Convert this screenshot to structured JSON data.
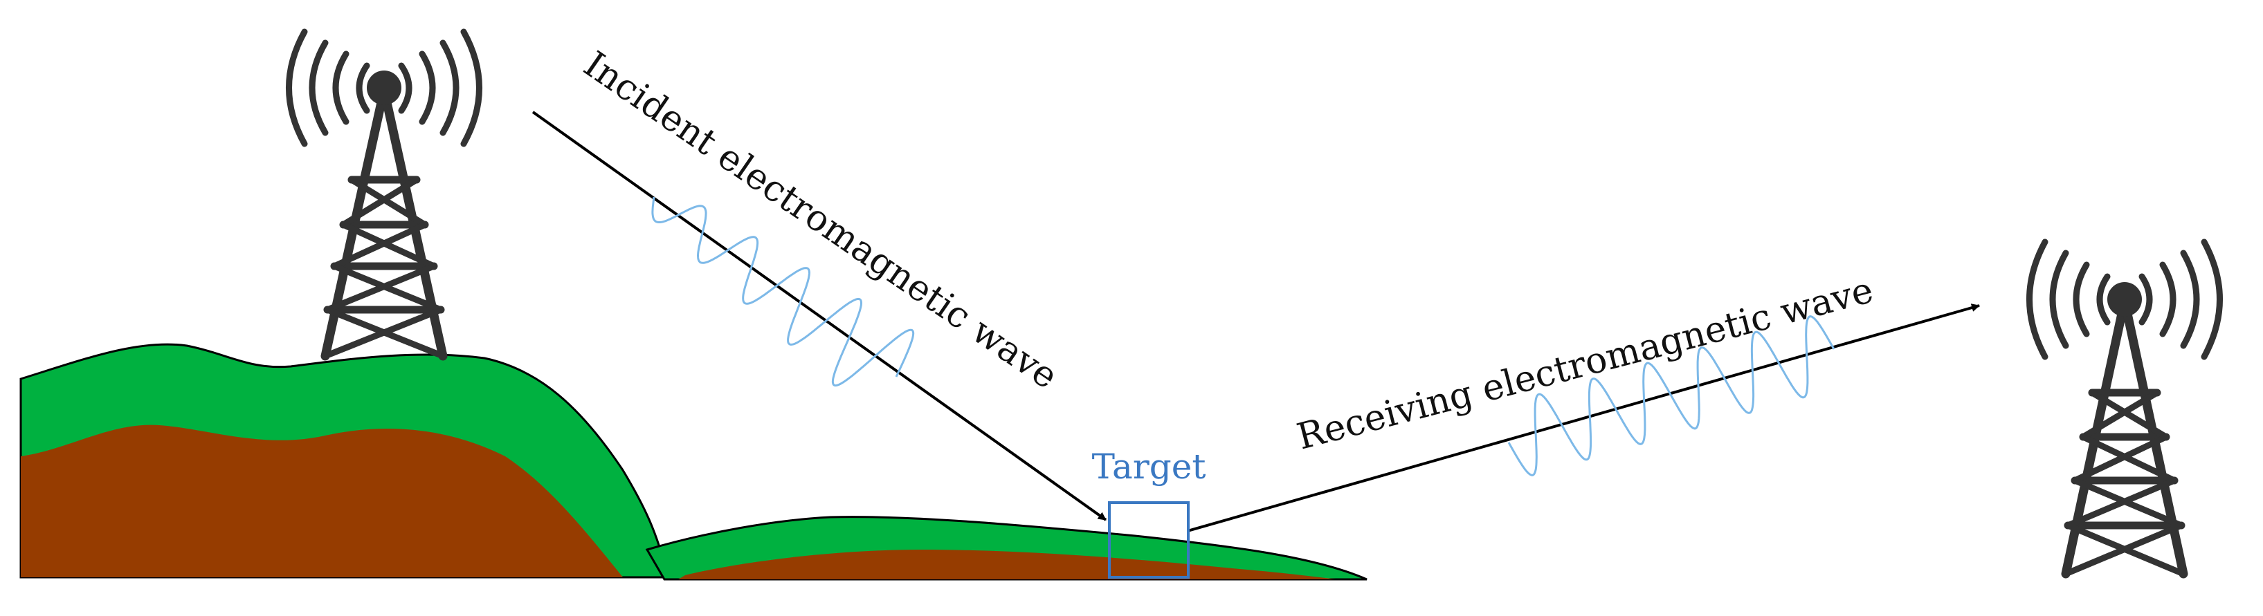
{
  "diagram": {
    "incident_label": "Incident electromagnetic wave",
    "receiving_label": "Receiving electromagnetic wave",
    "target_label": "Target"
  },
  "colors": {
    "grass": "#00B140",
    "soil": "#963C00",
    "tower": "#333333",
    "wave": "#7DB9E8",
    "target": "#3A78C2",
    "arrow": "#000000"
  },
  "icons": {
    "transmitter": "radio-tower-icon",
    "receiver": "radio-tower-icon"
  }
}
